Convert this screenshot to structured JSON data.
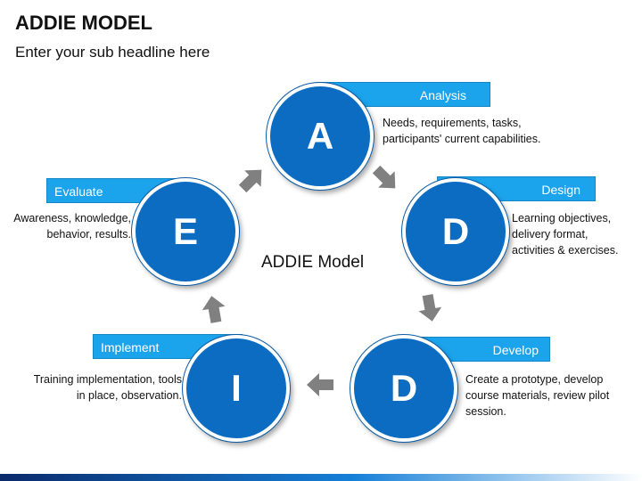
{
  "header": {
    "title": "ADDIE MODEL",
    "subtitle": "Enter your sub headline here"
  },
  "diagram": {
    "center_label": "ADDIE Model",
    "phases": [
      {
        "letter": "A",
        "label": "Analysis",
        "description": [
          "Needs, requirements, tasks,",
          "participants' current capabilities."
        ]
      },
      {
        "letter": "D",
        "label": "Design",
        "description": [
          "Learning objectives,",
          "delivery format,",
          "activities & exercises."
        ]
      },
      {
        "letter": "D",
        "label": "Develop",
        "description": [
          "Create a prototype, develop",
          "course materials, review pilot",
          "session."
        ]
      },
      {
        "letter": "I",
        "label": "Implement",
        "description": [
          "Training implementation, tools",
          "in place, observation."
        ]
      },
      {
        "letter": "E",
        "label": "Evaluate",
        "description": [
          "Awareness, knowledge,",
          "behavior, results."
        ]
      }
    ]
  },
  "colors": {
    "circle": "#0b6cc2",
    "label_box": "#1ba3ec",
    "arrow": "#808080"
  }
}
